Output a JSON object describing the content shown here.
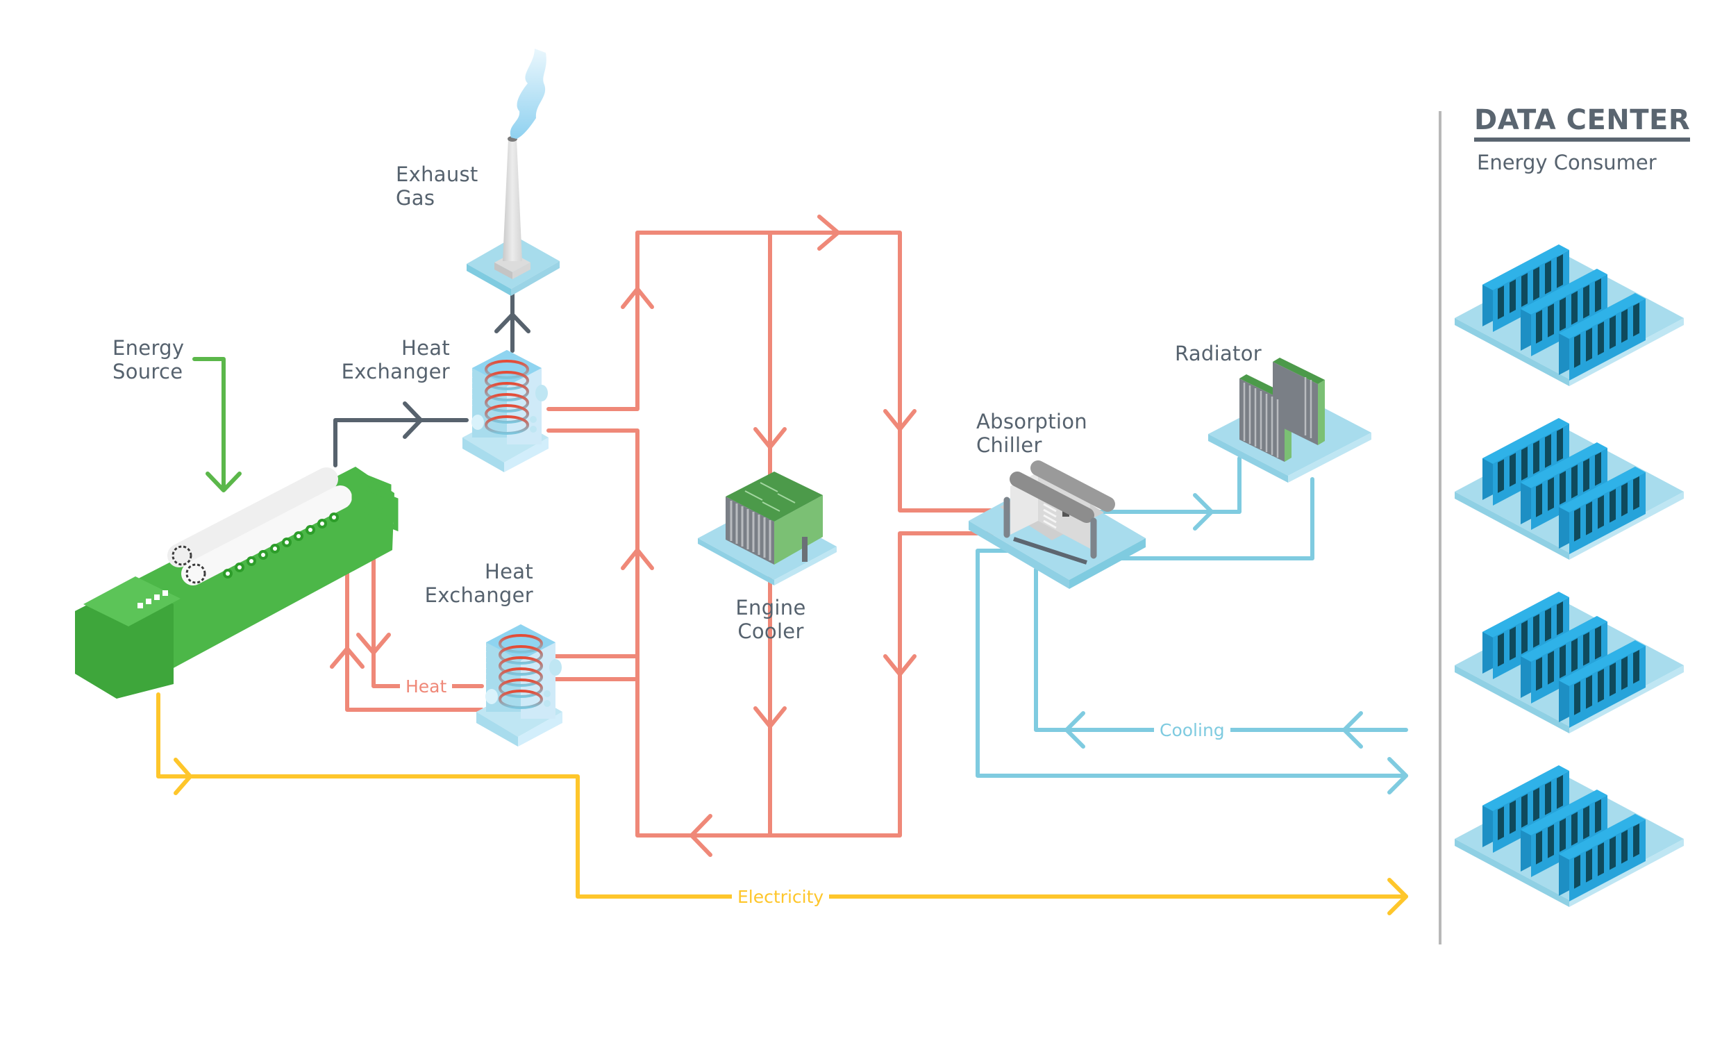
{
  "title": "Combined Heat, Cooling and Power for a Data Center",
  "colors": {
    "label_text": "#56626e",
    "heat": "#ef8878",
    "cooling": "#7fcbe0",
    "electricity": "#fec62b",
    "energy_input": "#5bb74a",
    "exhaust": "#57626d",
    "engine_green": "#4cb748",
    "platform_blue": "#a8dced",
    "server_blue": "#29a6dc",
    "divider": "#b8b8b8"
  },
  "data_center": {
    "title": "DATA CENTER",
    "subtitle": "Energy Consumer",
    "server_rack_groups": 4
  },
  "components": {
    "energy_source": "Energy\nSource",
    "exhaust_gas": "Exhaust\nGas",
    "heat_exchanger_top": "Heat\nExchanger",
    "heat_exchanger_bottom": "Heat\nExchanger",
    "engine_cooler": "Engine\nCooler",
    "absorption_chiller": "Absorption\nChiller",
    "radiator": "Radiator"
  },
  "flows": {
    "heat": "Heat",
    "cooling": "Cooling",
    "electricity": "Electricity"
  }
}
